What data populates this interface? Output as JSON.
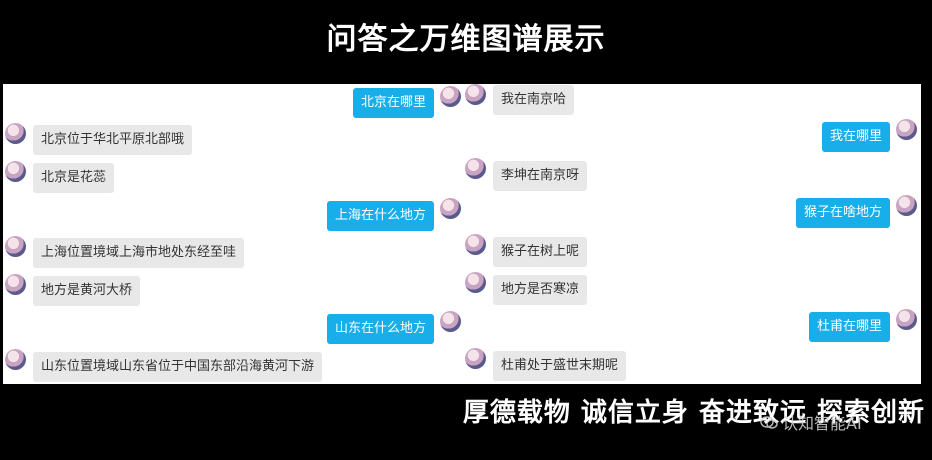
{
  "title": "问答之万维图谱展示",
  "footer_slogan": "厚德载物 诚信立身 奋进致远 探索创新",
  "watermark": {
    "icon": "wechat-icon",
    "text": "认知智能AI"
  },
  "colors": {
    "user_bubble": "#18aeea",
    "bot_bubble": "#e8e8e8",
    "background": "#000000",
    "panel": "#ffffff"
  },
  "left_chat": [
    {
      "role": "user",
      "text": "北京在哪里"
    },
    {
      "role": "bot",
      "text": "北京位于华北平原北部哦"
    },
    {
      "role": "bot",
      "text": "北京是花蕊"
    },
    {
      "role": "user",
      "text": "上海在什么地方"
    },
    {
      "role": "bot",
      "text": "上海位置境域上海市地处东经至哇"
    },
    {
      "role": "bot",
      "text": "地方是黄河大桥"
    },
    {
      "role": "user",
      "text": "山东在什么地方"
    },
    {
      "role": "bot",
      "text": "山东位置境域山东省位于中国东部沿海黄河下游"
    }
  ],
  "right_chat": [
    {
      "role": "bot",
      "text": "我在南京哈"
    },
    {
      "role": "user",
      "text": "我在哪里"
    },
    {
      "role": "bot",
      "text": "李坤在南京呀"
    },
    {
      "role": "user",
      "text": "猴子在啥地方"
    },
    {
      "role": "bot",
      "text": "猴子在树上呢"
    },
    {
      "role": "bot",
      "text": "地方是否寒凉"
    },
    {
      "role": "user",
      "text": "杜甫在哪里"
    },
    {
      "role": "bot",
      "text": "杜甫处于盛世末期呢"
    }
  ]
}
